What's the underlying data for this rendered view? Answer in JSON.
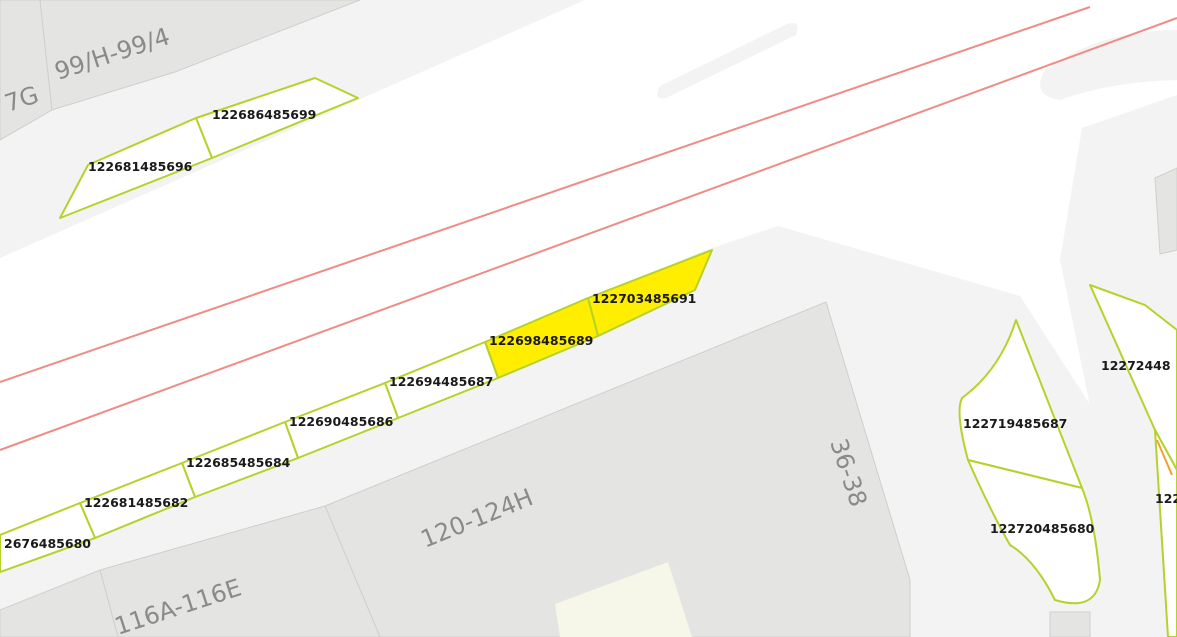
{
  "colors": {
    "background": "#ffffff",
    "block": "#f4f3f3",
    "building": "#e4e4e2",
    "building_edge": "#cfcfcd",
    "courtyard": "#f6f7e8",
    "road_line": "#ee8c86",
    "bay_outline": "#b5d22b",
    "bay_selected": "#ffee00",
    "bay_default": "#ffffff",
    "accent_orange": "#f0a030"
  },
  "building_labels": {
    "b1": "7G",
    "b2": "99/H-99/4",
    "b3": "120-124H",
    "b4": "36-38",
    "b5": "116A-116E"
  },
  "bays": [
    {
      "id": "122686485699",
      "label": "122686485699",
      "selected": false
    },
    {
      "id": "122681485696",
      "label": "122681485696",
      "selected": false
    },
    {
      "id": "122703485691",
      "label": "122703485691",
      "selected": true
    },
    {
      "id": "122698485689",
      "label": "122698485689",
      "selected": true
    },
    {
      "id": "122694485687",
      "label": "122694485687",
      "selected": false
    },
    {
      "id": "122690485686",
      "label": "122690485686",
      "selected": false
    },
    {
      "id": "122685485684",
      "label": "122685485684",
      "selected": false
    },
    {
      "id": "122681485682",
      "label": "122681485682",
      "selected": false
    },
    {
      "id": "122676485680",
      "label": "2676485680",
      "selected": false
    },
    {
      "id": "122719485687",
      "label": "122719485687",
      "selected": false
    },
    {
      "id": "122720485680",
      "label": "122720485680",
      "selected": false
    },
    {
      "id": "122724485xxx",
      "label": "12272448",
      "selected": false
    },
    {
      "id": "122xxxxxx",
      "label": "122",
      "selected": false
    }
  ]
}
